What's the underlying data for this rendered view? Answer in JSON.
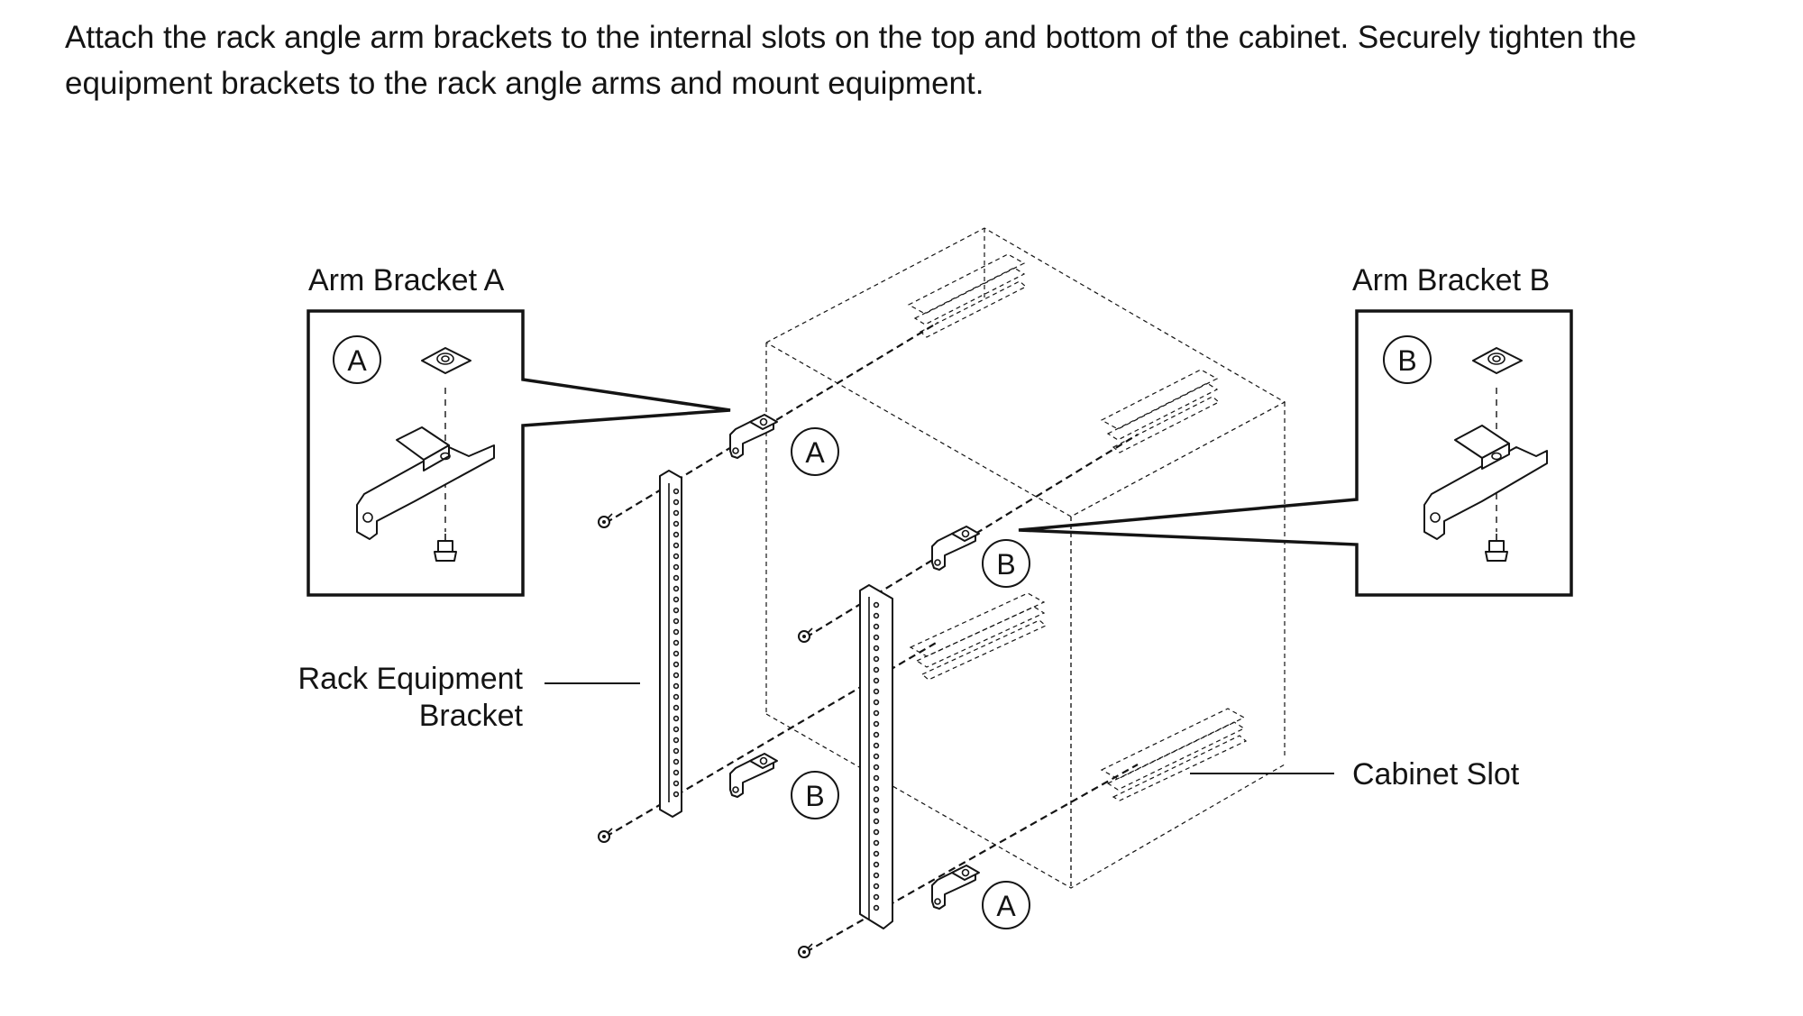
{
  "instructions": {
    "text": "Attach the rack angle arm brackets to the internal slots on the top and bottom of the cabinet. Securely tighten the equipment brackets to the rack angle arms and mount equipment."
  },
  "diagram": {
    "labels": {
      "arm_bracket_a": "Arm Bracket A",
      "arm_bracket_b": "Arm Bracket B",
      "rack_equipment_bracket_line1": "Rack Equipment",
      "rack_equipment_bracket_line2": "Bracket",
      "cabinet_slot": "Cabinet Slot"
    },
    "callouts": {
      "a": "A",
      "b": "B"
    }
  }
}
